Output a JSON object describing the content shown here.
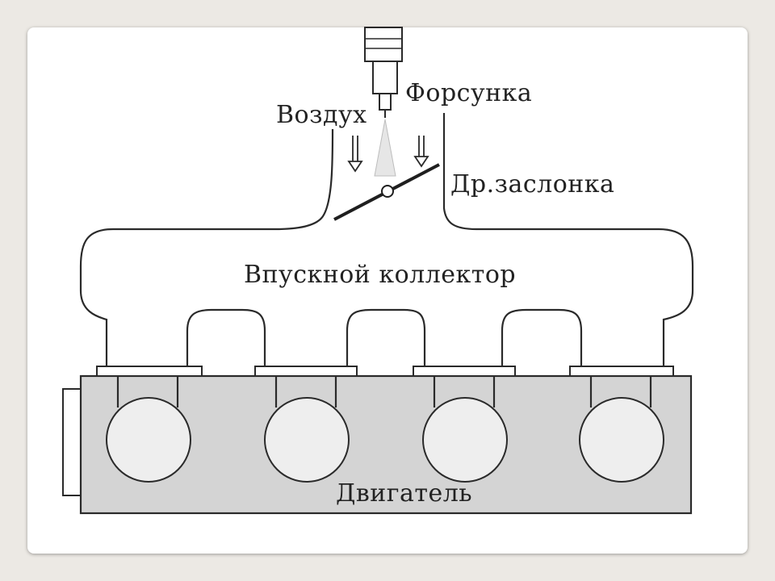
{
  "labels": {
    "injector": "Форсунка",
    "air": "Воздух",
    "throttle": "Др.заслонка",
    "manifold": "Впускной коллектор",
    "engine": "Двигатель"
  },
  "colors": {
    "background": "#ece9e4",
    "slide": "#ffffff",
    "line": "#2a2a2a",
    "engine_block": "#d4d4d4",
    "cylinder": "#eeeeee"
  },
  "icons": {
    "injector": "injector-icon",
    "air_arrow": "double-down-arrow-icon",
    "spray": "spray-cone-icon"
  }
}
